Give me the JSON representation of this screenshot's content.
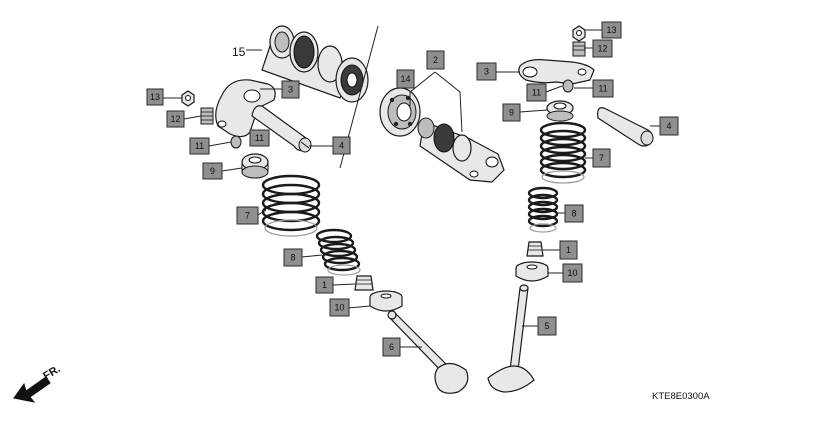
{
  "diagram": {
    "labels": {
      "l13a": "13",
      "l12a": "12",
      "l3a": "3",
      "l11a": "11",
      "l4a": "4",
      "l9a": "9",
      "l7a": "7",
      "l8a": "8",
      "l1a": "1",
      "l10a": "10",
      "l6": "6",
      "l15": "15",
      "l2": "2",
      "l14": "14",
      "l13b": "13",
      "l12b": "12",
      "l3b": "3",
      "l11b1": "11",
      "l11b2": "11",
      "l4b": "4",
      "l9b": "9",
      "l7b": "7",
      "l8b": "8",
      "l1b": "1",
      "l10b": "10",
      "l5": "5"
    },
    "front_indicator": "FR.",
    "figure_code": "KTE8E0300A"
  }
}
